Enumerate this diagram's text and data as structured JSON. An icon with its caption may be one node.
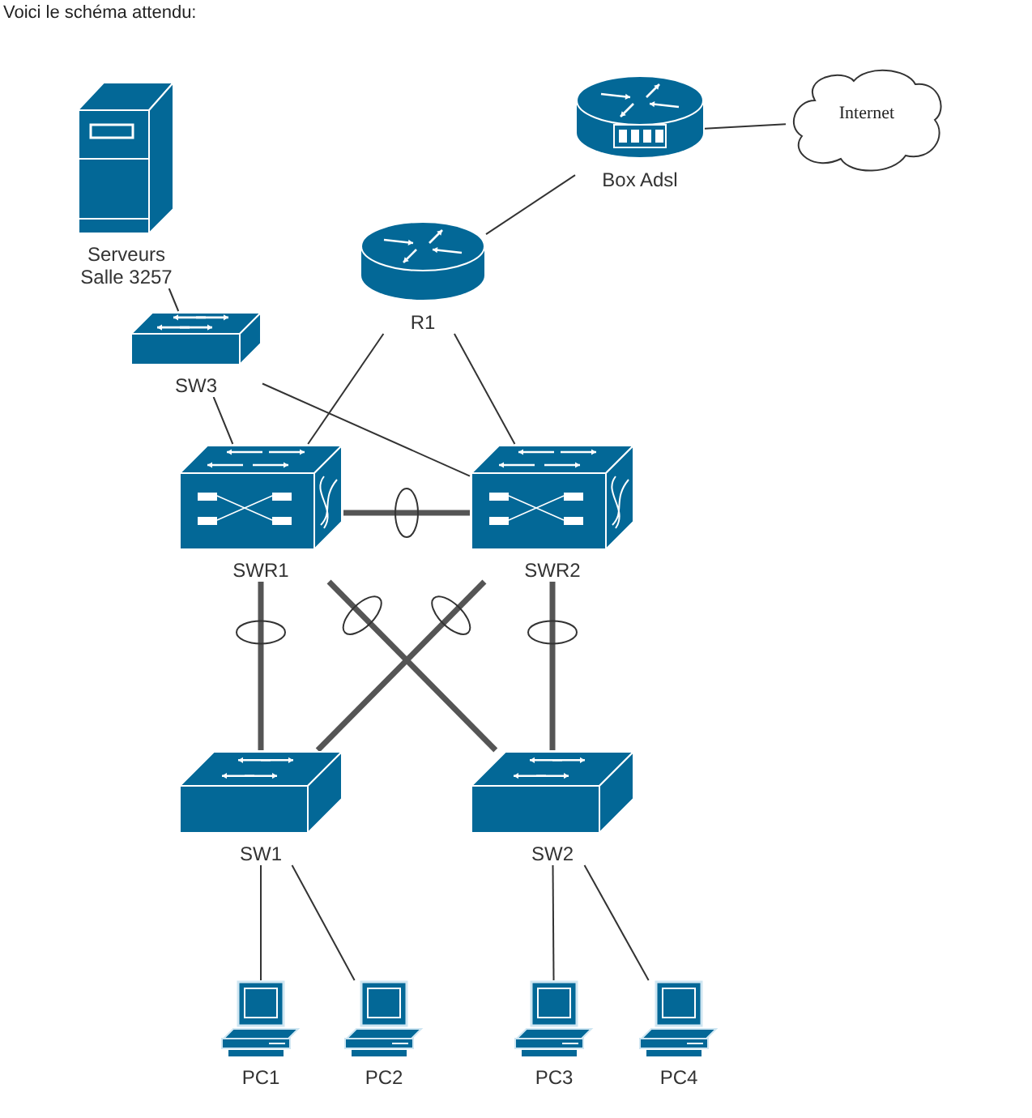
{
  "diagram": {
    "title": "Voici le schéma attendu:",
    "nodes": [
      {
        "text": [
          "Serveurs Salle 3257"
        ]
      },
      {
        "text": [
          "Box Adsl"
        ]
      },
      {
        "text": [
          "Internet"
        ]
      },
      {
        "text": [
          "R1"
        ]
      },
      {
        "text": [
          "SW3"
        ]
      },
      {
        "text": [
          "SWR1"
        ]
      },
      {
        "text": [
          "SWR2"
        ]
      },
      {
        "text": [
          "SW1"
        ]
      },
      {
        "text": [
          "SW2"
        ]
      },
      {
        "text": [
          "PC1"
        ]
      },
      {
        "text": [
          "PC2"
        ]
      },
      {
        "text": [
          "PC3"
        ]
      },
      {
        "text": [
          "PC4"
        ]
      }
    ],
    "edges": [
      {
        "from": 0,
        "to": 4,
        "arrow": "none"
      },
      {
        "from": 3,
        "to": 1,
        "arrow": "none"
      },
      {
        "from": 1,
        "to": 2,
        "arrow": "none"
      },
      {
        "from": 3,
        "to": 5,
        "arrow": "none"
      },
      {
        "from": 3,
        "to": 6,
        "arrow": "none"
      },
      {
        "from": 4,
        "to": 5,
        "arrow": "none"
      },
      {
        "from": 4,
        "to": 6,
        "arrow": "none"
      },
      {
        "from": 5,
        "to": 6,
        "arrow": "none",
        "style": "thick"
      },
      {
        "from": 5,
        "to": 7,
        "arrow": "none",
        "style": "thick"
      },
      {
        "from": 5,
        "to": 8,
        "arrow": "none",
        "style": "thick"
      },
      {
        "from": 6,
        "to": 7,
        "arrow": "none",
        "style": "thick"
      },
      {
        "from": 6,
        "to": 8,
        "arrow": "none",
        "style": "thick"
      },
      {
        "from": 7,
        "to": 9,
        "arrow": "none"
      },
      {
        "from": 7,
        "to": 10,
        "arrow": "none"
      },
      {
        "from": 8,
        "to": 11,
        "arrow": "none"
      },
      {
        "from": 8,
        "to": 12,
        "arrow": "none"
      }
    ]
  }
}
